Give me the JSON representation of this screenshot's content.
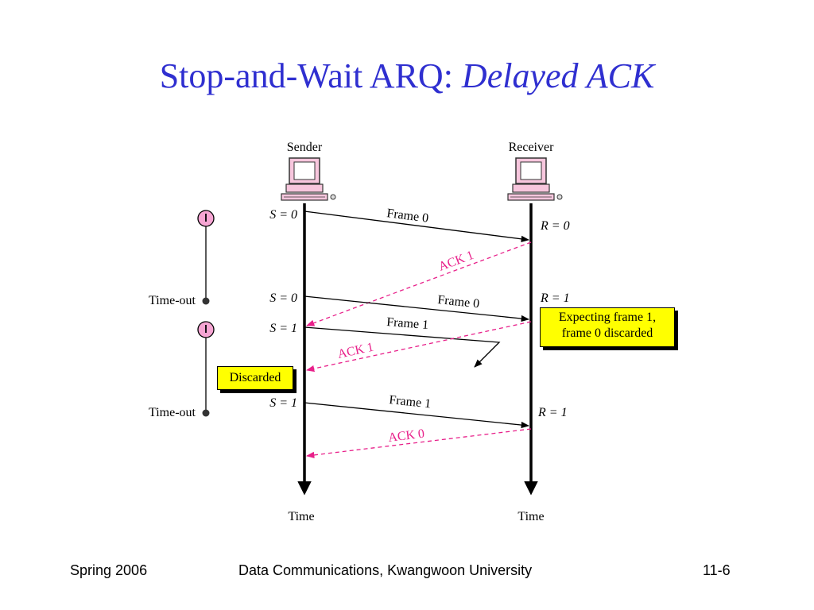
{
  "title": {
    "main": "Stop-and-Wait ARQ:",
    "sub": "Delayed ACK"
  },
  "sender": {
    "label": "Sender",
    "time_label": "Time"
  },
  "receiver": {
    "label": "Receiver",
    "time_label": "Time"
  },
  "timers": [
    {
      "timeout_label": "Time-out"
    },
    {
      "timeout_label": "Time-out"
    }
  ],
  "sender_states": [
    "S = 0",
    "S = 0",
    "S = 1",
    "S = 1"
  ],
  "receiver_states": [
    "R = 0",
    "R = 1",
    "R = 1"
  ],
  "messages": [
    {
      "label": "Frame 0",
      "kind": "frame"
    },
    {
      "label": "ACK 1",
      "kind": "ack"
    },
    {
      "label": "Frame 0",
      "kind": "frame"
    },
    {
      "label": "Frame 1",
      "kind": "frame",
      "lost": true
    },
    {
      "label": "ACK 1",
      "kind": "ack"
    },
    {
      "label": "Frame 1",
      "kind": "frame"
    },
    {
      "label": "ACK 0",
      "kind": "ack"
    }
  ],
  "callouts": {
    "expecting": [
      "Expecting frame 1,",
      "frame 0 discarded"
    ],
    "discarded": "Discarded"
  },
  "colors": {
    "title": "#2f2fd0",
    "ack": "#e8208a",
    "frame": "#000000",
    "callout": "#ffff00",
    "timer": "#f6a5d3"
  },
  "footer": {
    "left": "Spring 2006",
    "center": "Data Communications, Kwangwoon University",
    "right": "11-6"
  }
}
